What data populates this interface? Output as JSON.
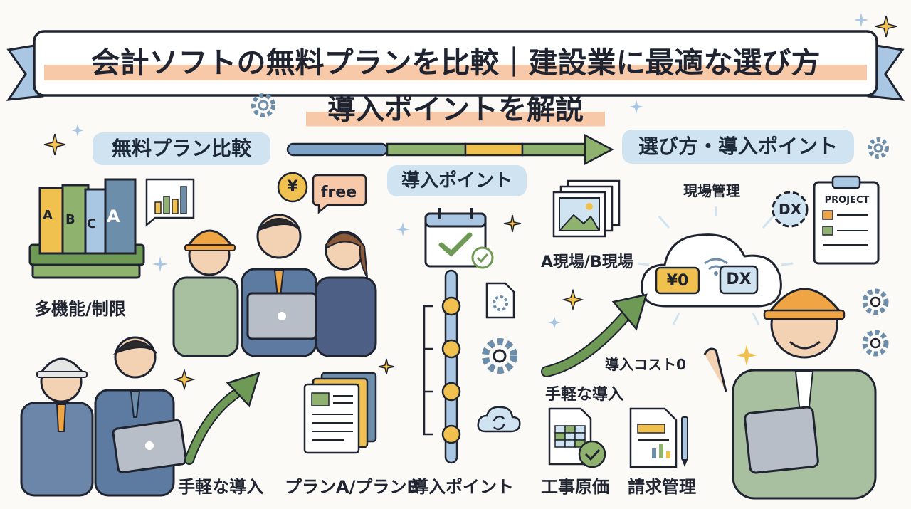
{
  "banner": {
    "title_line1": "会計ソフトの無料プランを比較｜建設業に最適な選び方",
    "title_line2": "導入ポイントを解説"
  },
  "sections": {
    "left_heading": "無料プラン比較",
    "center_heading": "導入ポイント",
    "right_heading": "選び方・導入ポイント"
  },
  "left": {
    "book_letters": [
      "A",
      "B",
      "C",
      "A"
    ],
    "multi_function_label": "多機能/制限",
    "yen_bubble": "¥",
    "free_bubble": "free",
    "easy_intro_label": "手軽な導入",
    "plans_label": "プランA/プランB"
  },
  "center": {
    "timeline_label": "導入ポイント"
  },
  "right": {
    "site_management_label": "現場管理",
    "sites_label": "A現場/B現場",
    "cloud_yen_badge": "¥0",
    "cloud_dx_badge": "DX",
    "dx_gear_label": "DX",
    "project_board_label": "PROJECT",
    "zero_cost_label": "導入コスト0",
    "easy_intro_label": "手軽な導入",
    "construction_cost_label": "工事原価",
    "billing_label": "請求管理"
  },
  "colors": {
    "banner_blue": "#a9c6e2",
    "pill_blue": "#cfe3f1",
    "highlight_orange": "#f8c9a8",
    "arrow_green": "#6f9a56",
    "helmet_orange": "#f0a544",
    "accent_yellow": "#f1c14f",
    "gear_blue": "#6d8eaa"
  }
}
